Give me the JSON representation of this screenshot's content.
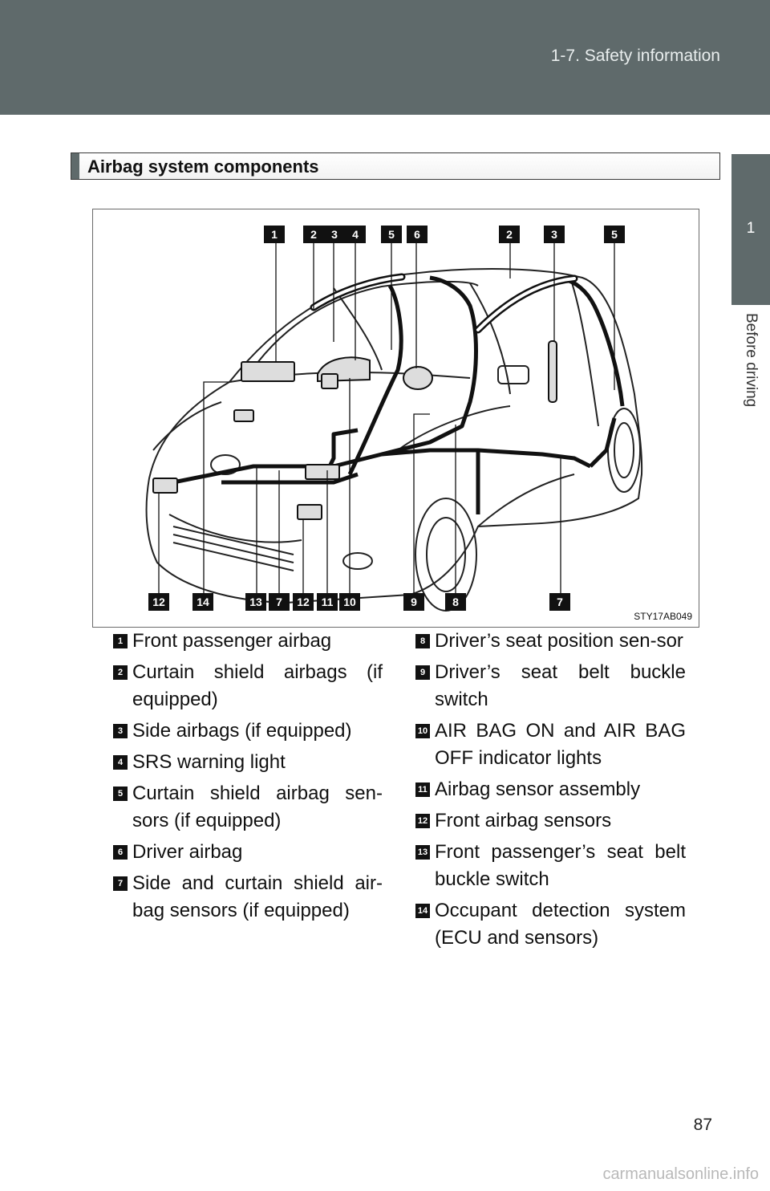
{
  "header": {
    "section_title": "1-7. Safety information"
  },
  "side_tab": {
    "chapter_number": "1",
    "chapter_title": "Before driving"
  },
  "section_heading": "Airbag system components",
  "figure": {
    "code": "STY17AB049",
    "top_callouts": [
      "1",
      "2",
      "3",
      "4",
      "5",
      "6",
      "2",
      "3",
      "5"
    ],
    "bottom_callouts": [
      "12",
      "14",
      "13",
      "7",
      "12",
      "11",
      "10",
      "9",
      "8",
      "7"
    ]
  },
  "legend_left": [
    {
      "num": "1",
      "label": "Front passenger airbag"
    },
    {
      "num": "2",
      "label": "Curtain shield airbags (if equipped)"
    },
    {
      "num": "3",
      "label": "Side airbags (if equipped)"
    },
    {
      "num": "4",
      "label": "SRS warning light"
    },
    {
      "num": "5",
      "label": "Curtain shield airbag sen-sors (if equipped)"
    },
    {
      "num": "6",
      "label": "Driver airbag"
    },
    {
      "num": "7",
      "label": "Side and curtain shield air-bag sensors (if equipped)"
    }
  ],
  "legend_right": [
    {
      "num": "8",
      "label": "Driver’s seat position sen-sor"
    },
    {
      "num": "9",
      "label": "Driver’s seat belt buckle switch"
    },
    {
      "num": "10",
      "label": "AIR BAG ON and AIR BAG OFF indicator lights"
    },
    {
      "num": "11",
      "label": "Airbag sensor assembly"
    },
    {
      "num": "12",
      "label": "Front airbag sensors"
    },
    {
      "num": "13",
      "label": "Front passenger’s seat belt buckle switch"
    },
    {
      "num": "14",
      "label": "Occupant detection system (ECU and sensors)"
    }
  ],
  "page_number": "87",
  "watermark": "carmanualsonline.info",
  "colors": {
    "header_bg": "#5f6a6b",
    "callout_bg": "#111111"
  }
}
